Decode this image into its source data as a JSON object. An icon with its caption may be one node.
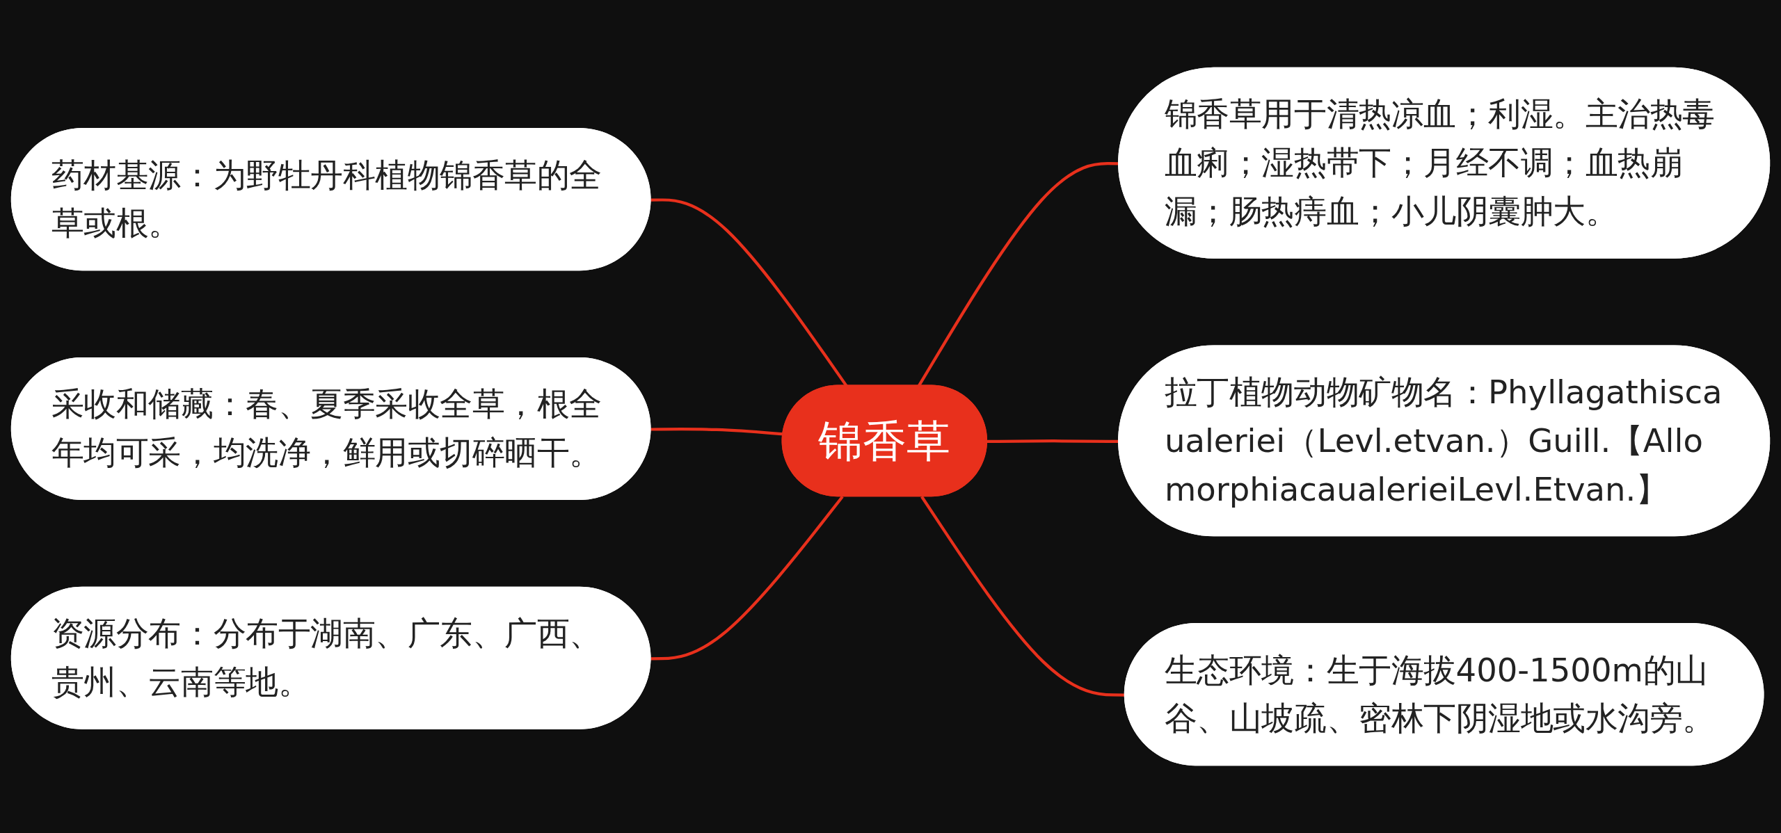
{
  "diagram": {
    "nodes": [
      {
        "text": [
          "锦香草"
        ]
      },
      {
        "text": [
          "药材基源：为野牡丹科植物锦香草的全草或根。"
        ]
      },
      {
        "text": [
          "采收和储藏：春、夏季采收全草，根全年均可采，均洗净，鲜用或切碎晒干。"
        ]
      },
      {
        "text": [
          "资源分布：分布于湖南、广东、广西、贵州、云南等地。"
        ]
      },
      {
        "text": [
          "锦香草用于清热凉血；利湿。主治热毒血痢；湿热带下；月经不调；血热崩漏；肠热痔血；小儿阴囊肿大。"
        ]
      },
      {
        "text": [
          "拉丁植物动物矿物名：Phyllagathiscaualeriei（Levl.etvan.）Guill.【AllomorphiacaualerieiLevl.Etvan.】"
        ]
      },
      {
        "text": [
          "生态环境：生于海拔400-1500m的山谷、山坡疏、密林下阴湿地或水沟旁。"
        ]
      }
    ],
    "edges": [
      {
        "from": 1,
        "to": 0,
        "arrow": "none"
      },
      {
        "from": 2,
        "to": 0,
        "arrow": "none"
      },
      {
        "from": 3,
        "to": 0,
        "arrow": "none"
      },
      {
        "from": 0,
        "to": 4,
        "arrow": "none"
      },
      {
        "from": 0,
        "to": 5,
        "arrow": "none"
      },
      {
        "from": 0,
        "to": 6,
        "arrow": "none"
      }
    ]
  }
}
